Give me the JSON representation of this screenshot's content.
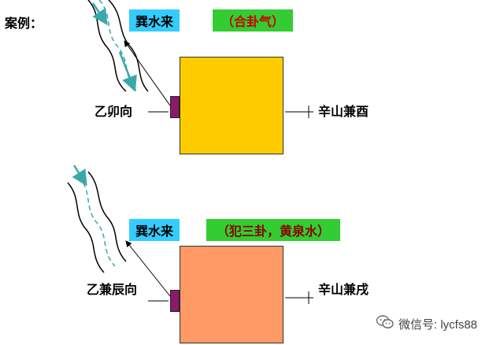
{
  "header": {
    "case_label": "案例："
  },
  "top": {
    "water_label": "巽水来",
    "note": "（合卦气）",
    "facing_label": "乙卯向",
    "sitting_label": "辛山兼酉"
  },
  "bottom": {
    "water_label": "巽水来",
    "note": "（犯三卦，黄泉水）",
    "facing_label": "乙兼辰向",
    "sitting_label": "辛山兼戌"
  },
  "watermark": {
    "text": "微信号: lycfs88",
    "icon": "wechat-icon"
  },
  "colors": {
    "water_box": "#33ccff",
    "green_box": "#33cc33",
    "red_text": "#cc0000",
    "dark_red_text": "#8b0000",
    "house_top": "#ffcc00",
    "house_bottom": "#ff9966",
    "door": "#8b1a6b",
    "stream": "#3aa8a8"
  }
}
